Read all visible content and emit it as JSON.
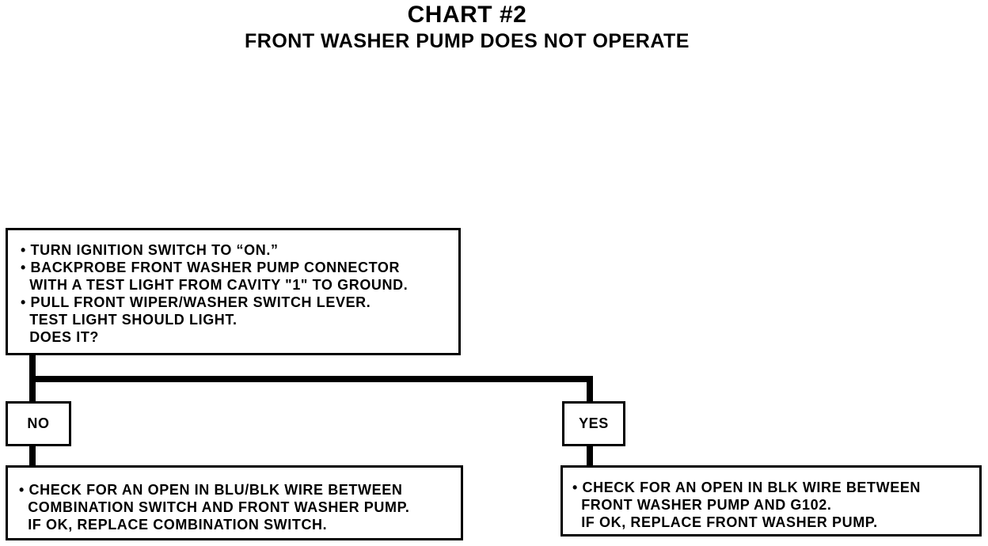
{
  "header": {
    "title": "CHART #2",
    "subtitle": "FRONT WASHER PUMP DOES NOT OPERATE"
  },
  "decision": {
    "lines": [
      "• TURN IGNITION SWITCH TO “ON.”",
      "• BACKPROBE FRONT WASHER PUMP CONNECTOR",
      "  WITH A TEST LIGHT FROM CAVITY \"1\" TO GROUND.",
      "• PULL FRONT WIPER/WASHER SWITCH LEVER.",
      "  TEST LIGHT SHOULD LIGHT.",
      "  DOES IT?"
    ]
  },
  "branches": {
    "no": {
      "label": "NO",
      "lines": [
        "• CHECK FOR AN OPEN IN BLU/BLK WIRE BETWEEN",
        "  COMBINATION SWITCH AND FRONT WASHER PUMP.",
        "  IF OK, REPLACE COMBINATION SWITCH."
      ]
    },
    "yes": {
      "label": "YES",
      "lines": [
        "• CHECK FOR AN OPEN IN BLK WIRE BETWEEN",
        "  FRONT WASHER PUMP AND G102.",
        "  IF OK, REPLACE FRONT WASHER PUMP."
      ]
    }
  }
}
